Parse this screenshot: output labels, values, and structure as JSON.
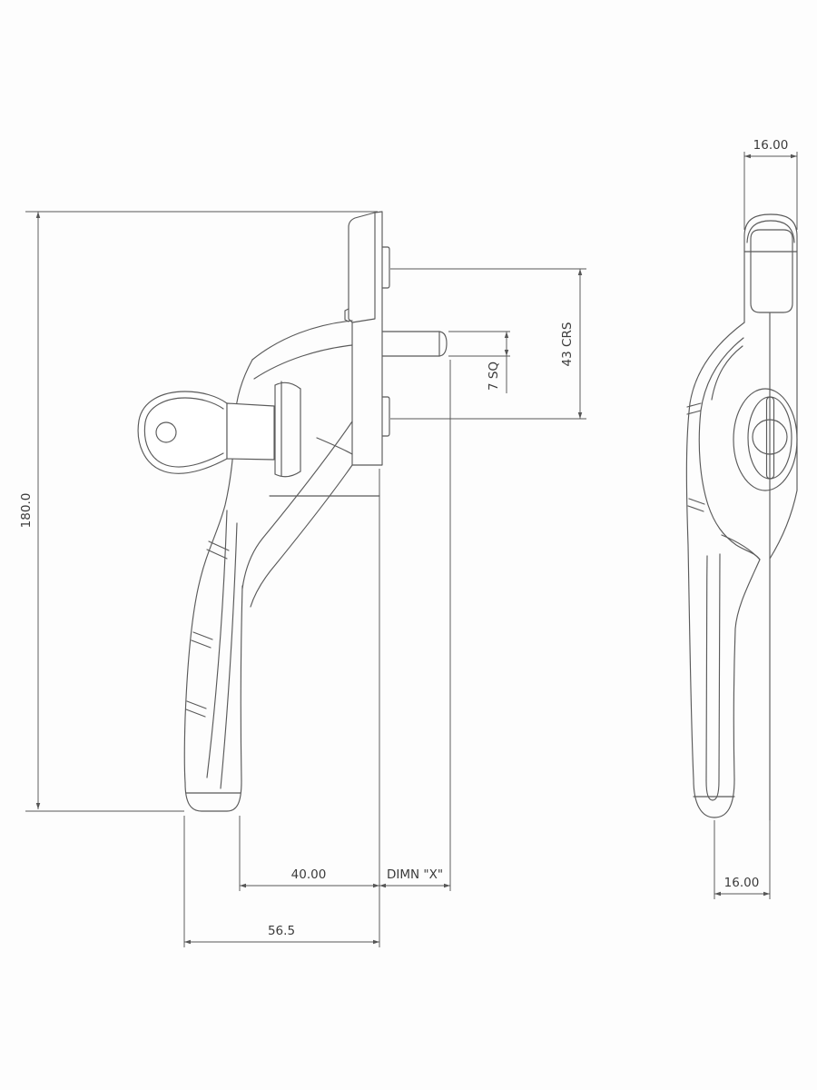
{
  "drawing": {
    "colors": {
      "background": "#fdfdfd",
      "geometry_line": "#5a5a5a",
      "dimension_line": "#565656",
      "text": "#3b3b3b"
    },
    "dimensions": {
      "overall_length": "180.0",
      "fixing_centres": "43 CRS",
      "spindle_square": "7 SQ",
      "handle_depth": "40.00",
      "spindle_projection": "DIMN \"X\"",
      "overall_depth": "56.5",
      "grip_width_top": "16.00",
      "grip_width_bottom": "16.00"
    }
  }
}
